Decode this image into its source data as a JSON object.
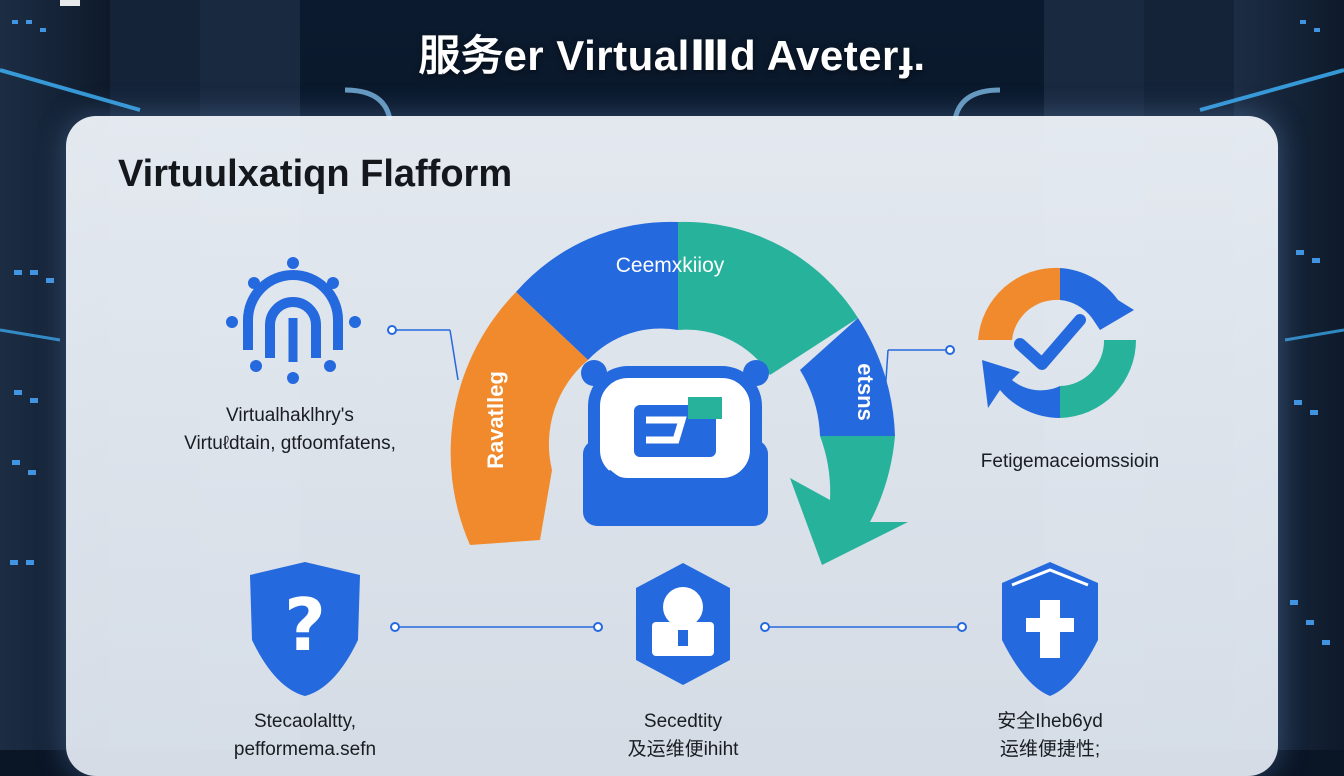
{
  "header": {
    "title": "服务er VirtualⅢd Aveterɟ."
  },
  "panel": {
    "title": "Virtuulxatiqn Flafform"
  },
  "ring": {
    "top_label": "Ceemxkiioy",
    "left_label": "Ravatlleg",
    "right_label": "etsns"
  },
  "features": {
    "left_top": {
      "line1": "Virtualhaklhry's",
      "line2": "Virtuℓdtain, gtfoomfatens,"
    },
    "right_top": {
      "line1": "Fetigemaceiomssioin"
    },
    "bottom_left": {
      "line1": "Stecaolaltty,",
      "line2": "pefformema.sefn"
    },
    "bottom_center": {
      "line1": "Secedtity",
      "line2": "及运维便ihiht"
    },
    "bottom_right": {
      "line1": "安全Iheb6yd",
      "line2": "运维便捷性;"
    }
  },
  "colors": {
    "primary_blue": "#2569de",
    "orange": "#f08a2c",
    "teal": "#27b29c",
    "panel_bg": "#eaf0f7",
    "dark_bg": "#0a1526"
  },
  "icons": {
    "network": "network-node-icon",
    "cycle": "check-cycle-icon",
    "help": "question-shield-icon",
    "lock": "lock-icon",
    "secure": "secure-shield-icon",
    "monitor": "virtual-screen-icon"
  }
}
